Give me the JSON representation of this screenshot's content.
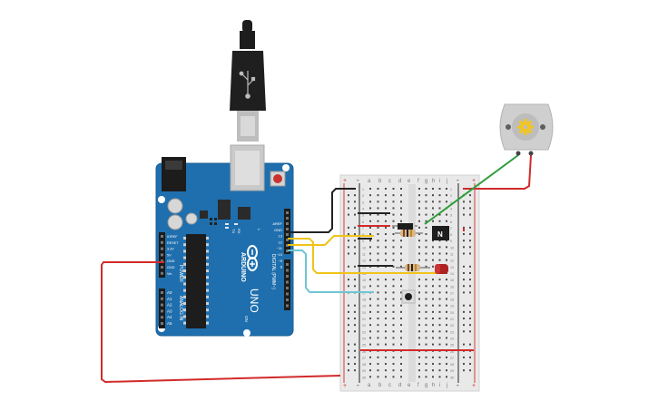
{
  "colors": {
    "background": "#ffffff",
    "arduino_board": "#1f6fae",
    "arduino_edge": "#1a5c93",
    "breadboard": "#e9e9e9",
    "rail_red": "#d33b3b",
    "rail_black": "#222222",
    "wire_red": "#d22a2a",
    "wire_black": "#222222",
    "wire_yellow": "#f0c419",
    "wire_cyan": "#6ec6d3",
    "wire_green": "#2e9d3a",
    "led_red": "#b02222",
    "motor_body": "#cfcfcf",
    "motor_gear": "#f2c521"
  },
  "arduino": {
    "brand": "ARDUINO",
    "model": "UNO",
    "on_label": "ON",
    "power_header": [
      "IOREF",
      "RESET",
      "3.3V",
      "5V",
      "GND",
      "GND",
      "Vin"
    ],
    "analog_header": [
      "A0",
      "A1",
      "A2",
      "A3",
      "A4",
      "A5"
    ],
    "power_title": "POWER",
    "analog_title": "ANALOG IN",
    "digital_title": "DIGITAL (PWM~)",
    "digital_top": [
      "AREF",
      "GND",
      "13",
      "12",
      "~11",
      "~10",
      "~9",
      "8"
    ],
    "tx_label": "TX",
    "rx_label": "RX",
    "l_label": "L",
    "icsp_label": "ICSP"
  },
  "breadboard": {
    "columns_left": [
      "a",
      "b",
      "c",
      "d",
      "e"
    ],
    "columns_right": [
      "f",
      "g",
      "h",
      "i",
      "j"
    ],
    "row_numbers": [
      "1",
      "2",
      "3",
      "4",
      "5",
      "6",
      "7",
      "8",
      "9",
      "10",
      "11",
      "12",
      "13",
      "14",
      "15",
      "16",
      "17",
      "18",
      "19",
      "20",
      "21",
      "22",
      "23",
      "24",
      "25",
      "26",
      "27",
      "28",
      "29",
      "30"
    ],
    "rail_plus": "+",
    "rail_minus": "-"
  },
  "components": {
    "transistor_label": "N",
    "usb_cable": "usb-cable",
    "dc_motor": "dc-motor",
    "pushbutton": "pushbutton",
    "led": "red-led",
    "resistor_1": "resistor",
    "resistor_2": "resistor",
    "diode": "diode"
  }
}
